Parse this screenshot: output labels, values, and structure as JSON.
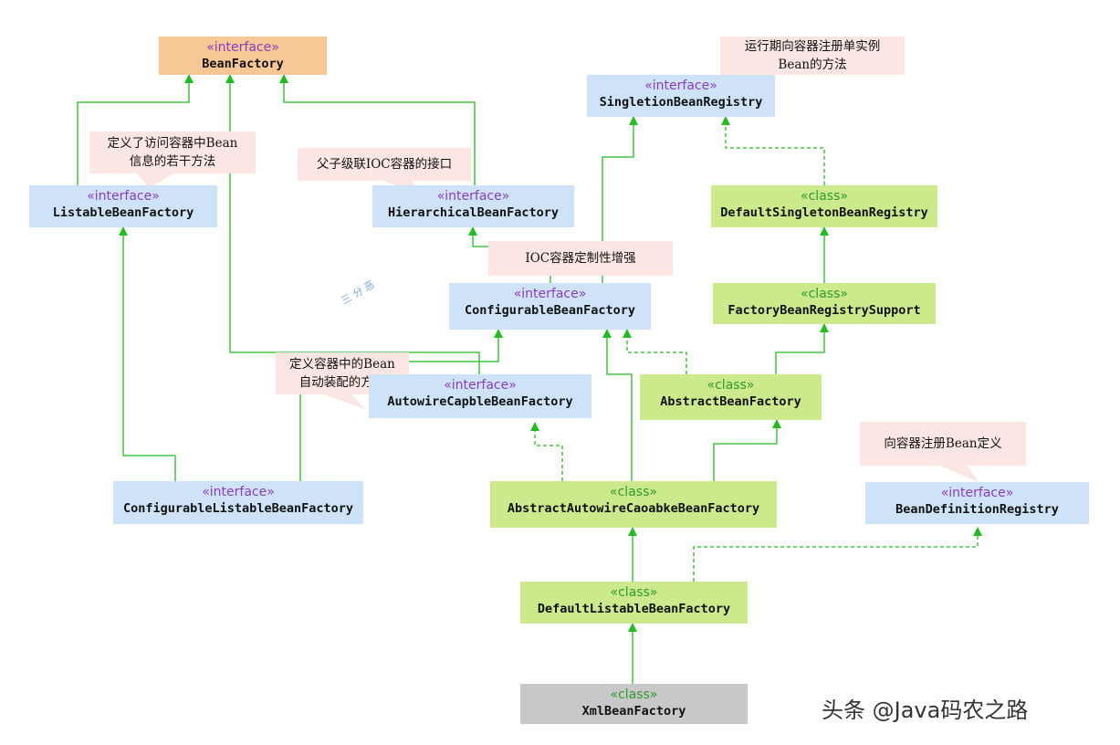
{
  "nodes": {
    "bean_factory": {
      "stereotype": "«interface»",
      "name": "BeanFactory"
    },
    "singleton_bean_registry": {
      "stereotype": "«interface»",
      "name": "SingletionBeanRegistry"
    },
    "listable_bean_factory": {
      "stereotype": "«interface»",
      "name": "ListableBeanFactory"
    },
    "hierarchical_bean_factory": {
      "stereotype": "«interface»",
      "name": "HierarchicalBeanFactory"
    },
    "default_singleton_bean_registry": {
      "stereotype": "«class»",
      "name": "DefaultSingletonBeanRegistry"
    },
    "configurable_bean_factory": {
      "stereotype": "«interface»",
      "name": "ConfigurableBeanFactory"
    },
    "factory_bean_registry_support": {
      "stereotype": "«class»",
      "name": "FactoryBeanRegistrySupport"
    },
    "autowire_capable_bean_factory": {
      "stereotype": "«interface»",
      "name": "AutowireCapbleBeanFactory"
    },
    "abstract_bean_factory": {
      "stereotype": "«class»",
      "name": "AbstractBeanFactory"
    },
    "configurable_listable_bean_factory": {
      "stereotype": "«interface»",
      "name": "ConfigurableListableBeanFactory"
    },
    "abstract_autowire_capable_bean_factory": {
      "stereotype": "«class»",
      "name": "AbstractAutowireCaoabkeBeanFactory"
    },
    "bean_definition_registry": {
      "stereotype": "«interface»",
      "name": "BeanDefinitionRegistry"
    },
    "default_listable_bean_factory": {
      "stereotype": "«class»",
      "name": "DefaultListableBeanFactory"
    },
    "xml_bean_factory": {
      "stereotype": "«class»",
      "name": "XmlBeanFactory"
    }
  },
  "notes": {
    "singleton_note": [
      "运行期向容器注册单实例",
      "Bean的方法"
    ],
    "listable_note": [
      "定义了访问容器中Bean",
      "信息的若干方法"
    ],
    "hierarchical_note": [
      "父子级联IOC容器的接口"
    ],
    "configurable_note": [
      "IOC容器定制性增强"
    ],
    "autowire_note": [
      "定义容器中的Bean",
      "自动装配的方法"
    ],
    "definition_note": [
      "向容器注册Bean定义"
    ]
  },
  "watermark": {
    "text": "头条 @Java码农之路",
    "center_text": "三 分 恶"
  },
  "colors": {
    "interface_fill": "#cfe3f8",
    "class_fill": "#cce98c",
    "root_fill": "#f8c796",
    "xml_fill": "#c8c8c8",
    "note_fill": "#fbe6e3",
    "edge": "#22bb22",
    "interface_stereotype": "#8a3cc0",
    "class_stereotype": "#2e9b2e"
  }
}
